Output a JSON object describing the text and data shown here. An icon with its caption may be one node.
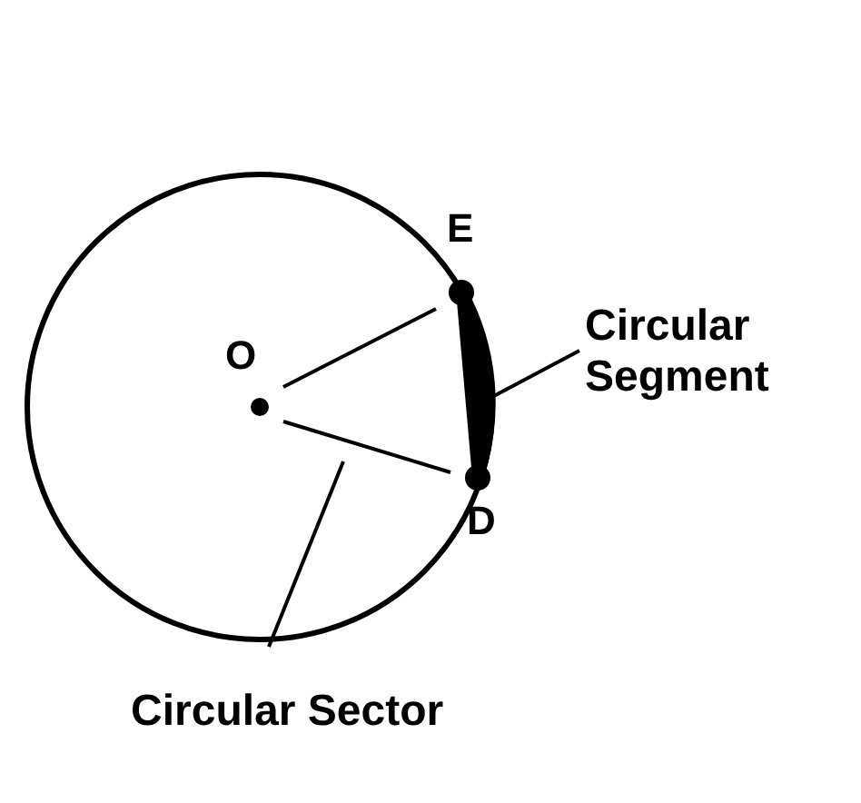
{
  "diagram": {
    "nodes": [
      {
        "text": [
          "Circular Segment"
        ]
      },
      {
        "text": [],
        "shape": "segment"
      },
      {
        "text": [
          "Circular Sector"
        ]
      }
    ],
    "edges": [
      {
        "from": 0,
        "to": 1,
        "arrow": "none"
      },
      {
        "from": 2,
        "to": null,
        "arrow": "none"
      }
    ],
    "labels": [
      "E",
      "O",
      "D"
    ]
  }
}
